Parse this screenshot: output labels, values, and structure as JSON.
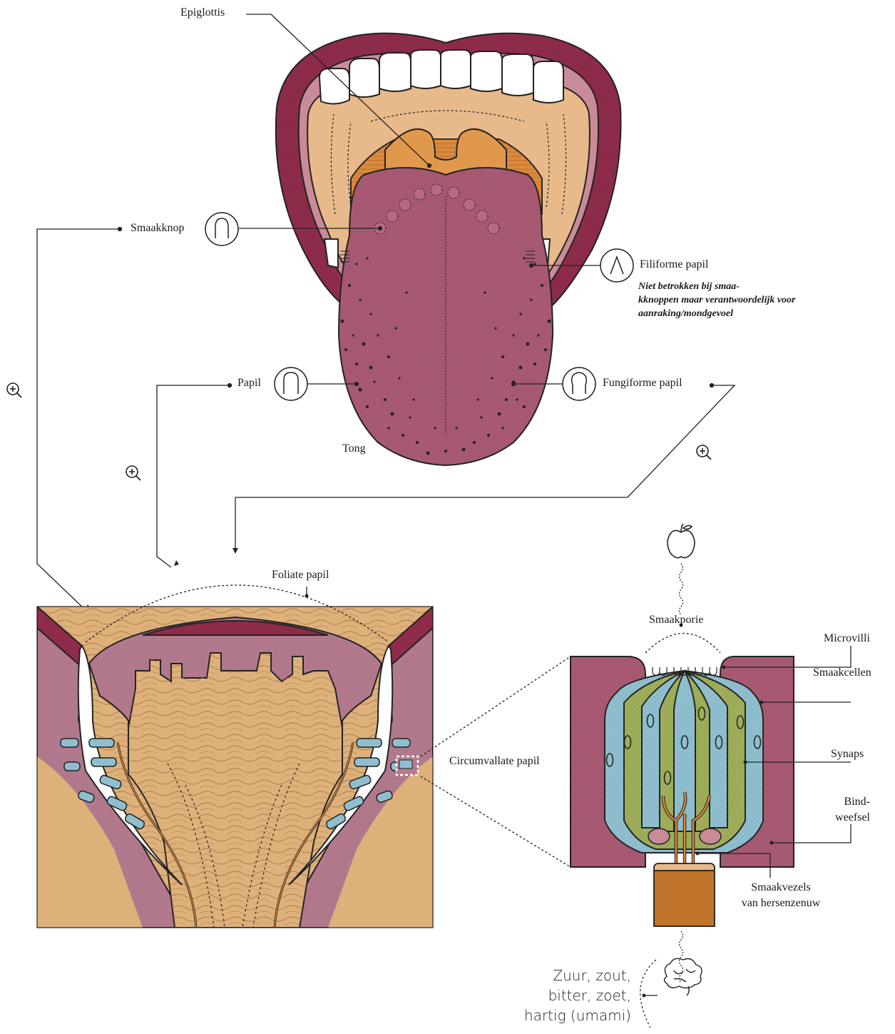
{
  "labels": {
    "epiglottis": "Epiglottis",
    "smaakknop": "Smaakknop",
    "filiforme": "Filiforme papil",
    "filiforme_note": "Niet betrokken bij smaa-\nkknoppen maar verantwoordelijk voor\naanraking/mondgevoel",
    "papil": "Papil",
    "fungiforme": "Fungiforme papil",
    "tong": "Tong",
    "foliate": "Foliate papil",
    "circumvallate": "Circumvallate papil",
    "smaakporie": "Smaakporie",
    "microvilli": "Microvilli",
    "smaakcellen": "Smaakcellen",
    "synaps": "Synaps",
    "bindweefsel": "Bind-\nweefsel",
    "smaakvezels": "Smaakvezels\nvan hersenzenuw",
    "tastes": "Zuur, zout,\nbitter, zoet,\nhartig (umami)"
  },
  "icons": [
    "zoom-in-icon",
    "apple-icon",
    "brain-icon",
    "taste-bud-icon",
    "filiform-papilla-icon",
    "papilla-icon",
    "fungiform-papilla-icon"
  ],
  "colors": {
    "lips": "#8e2c4a",
    "mouth": "#e8b98a",
    "tongue": "#a85a72",
    "epiglottis": "#d98a3c",
    "tissue": "#b47a8e",
    "base": "#deb07a",
    "cell_blue": "#8fbfcf",
    "cell_green": "#9fae5a",
    "nerve": "#d98a3c"
  }
}
